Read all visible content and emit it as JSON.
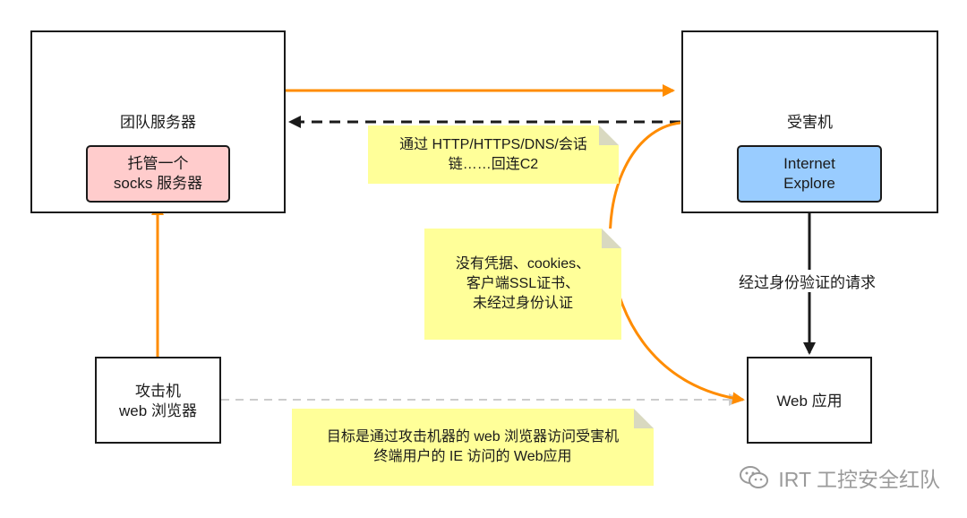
{
  "nodes": {
    "team_server": {
      "label": "团队服务器"
    },
    "socks_server": {
      "label": "托管一个\nsocks 服务器"
    },
    "victim": {
      "label": "受害机"
    },
    "internet_explorer": {
      "label": "Internet\nExplore"
    },
    "attacker": {
      "label": "攻击机\nweb 浏览器"
    },
    "web_app": {
      "label": "Web 应用"
    }
  },
  "notes": {
    "c2_note": "通过 HTTP/HTTPS/DNS/会话\n链……回连C2",
    "no_creds_note": "没有凭据、cookies、\n客户端SSL证书、\n未经过身份认证",
    "goal_note": "目标是通过攻击机器的 web 浏览器访问受害机\n终端用户的 IE 访问的 Web应用"
  },
  "edges": {
    "authenticated_request": "经过身份验证的请求"
  },
  "colors": {
    "orange": "#ff8c00",
    "dark": "#1a1a1a",
    "socks_fill": "#ffcccc",
    "ie_fill": "#99ccff",
    "note_fill": "#ffff99",
    "dashed_gray": "#cccccc"
  },
  "watermark": {
    "text": "IRT 工控安全红队",
    "icon": "wechat-icon"
  }
}
